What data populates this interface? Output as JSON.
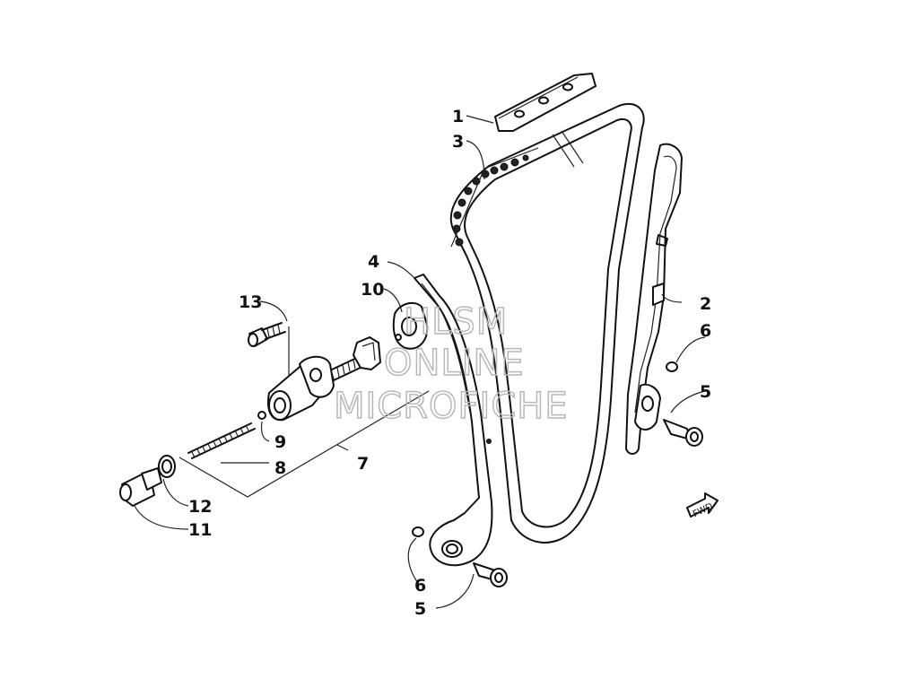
{
  "callouts": {
    "c1": "1",
    "c2": "2",
    "c3": "3",
    "c4": "4",
    "c5a": "5",
    "c5b": "5",
    "c6a": "6",
    "c6b": "6",
    "c7": "7",
    "c8": "8",
    "c9": "9",
    "c10": "10",
    "c11": "11",
    "c12": "12",
    "c13": "13"
  },
  "fwd_label": "FWD",
  "watermark": {
    "line1": "HLSM",
    "line2": "ONLINE",
    "line3": "MICROFICHE"
  },
  "colors": {
    "ink": "#111111",
    "watermark": "#b8b8b8",
    "background": "#ffffff"
  }
}
